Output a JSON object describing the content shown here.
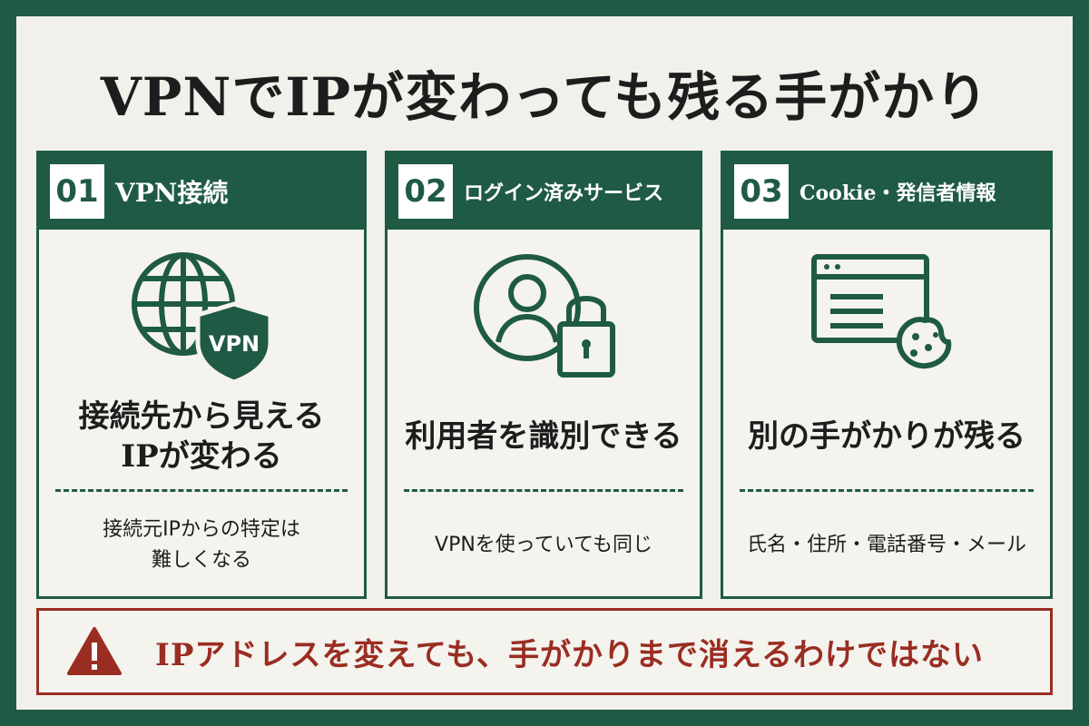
{
  "title": "VPNでIPが変わっても残る手がかり",
  "colors": {
    "brand_green": "#1f5a44",
    "warning_red": "#9a2d22",
    "background": "#f1f0ea"
  },
  "cards": [
    {
      "num": "01",
      "heading": "VPN接続",
      "icon": "globe-shield-icon",
      "shield_label": "VPN",
      "main_lines": [
        "接続先から見える",
        "IPが変わる"
      ],
      "sub_lines": [
        "接続元IPからの特定は",
        "難しくなる"
      ]
    },
    {
      "num": "02",
      "heading": "ログイン済みサービス",
      "icon": "user-lock-icon",
      "main_lines": [
        "利用者を識別できる"
      ],
      "sub_lines": [
        "VPNを使っていても同じ"
      ]
    },
    {
      "num": "03",
      "heading": "Cookie・発信者情報",
      "icon": "browser-cookie-icon",
      "main_lines": [
        "別の手がかりが残る"
      ],
      "sub_lines": [
        "氏名・住所・電話番号・メール"
      ]
    }
  ],
  "warning": {
    "icon": "warning-icon",
    "text": "IPアドレスを変えても、手がかりまで消えるわけではない"
  }
}
